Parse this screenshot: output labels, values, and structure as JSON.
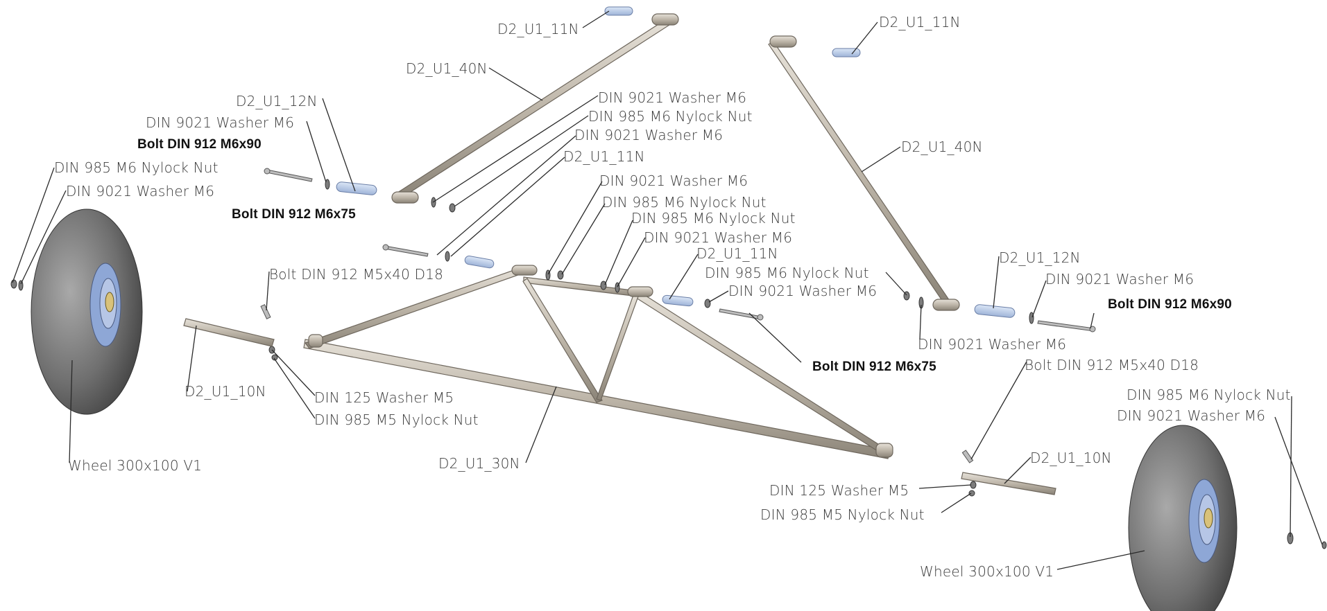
{
  "diagram": {
    "labels": {
      "pin_top_center": "D2_U1_11N",
      "pin_top_right": "D2_U1_11N",
      "strut_left": "D2_U1_40N",
      "strut_right": "D2_U1_40N",
      "pin_12n_left": "D2_U1_12N",
      "washer_left_a": "DIN 9021 Washer M6",
      "bolt_m6x90_left": "Bolt DIN 912 M6x90",
      "nut_wheel_left": "DIN 985 M6  Nylock Nut",
      "washer_wheel_left": "DIN 9021 Washer M6",
      "bolt_m6x75_left": "Bolt DIN 912 M6x75",
      "washer_c1": "DIN 9021 Washer M6",
      "nut_c1": "DIN 985 M6  Nylock Nut",
      "washer_c2": "DIN 9021 Washer M6",
      "pin_c": "D2_U1_11N",
      "washer_c3": "DIN 9021 Washer M6",
      "nut_c2": "DIN 985 M6  Nylock Nut",
      "nut_c3": "DIN 985 M6  Nylock Nut",
      "washer_c4": "DIN 9021 Washer M6",
      "pin_c2": "D2_U1_11N",
      "nut_c4": "DIN 985 M6  Nylock Nut",
      "washer_c5": "DIN 9021 Washer M6",
      "bolt_m5_left": "Bolt   DIN 912 M5x40 D18",
      "pin_12n_right": "D2_U1_12N",
      "washer_right_a": "DIN 9021 Washer M6",
      "bolt_m6x90_right": "Bolt DIN 912 M6x90",
      "washer_right_b": "DIN 9021 Washer M6",
      "bolt_m6x75_right": "Bolt DIN 912 M6x75",
      "bolt_m5_right": "Bolt   DIN 912 M5x40 D18",
      "nut_wheel_right": "DIN 985 M6  Nylock Nut",
      "washer_wheel_right": "DIN 9021 Washer M6",
      "axle_left": "D2_U1_10N",
      "washer_m5_left": "DIN 125 Washer M5",
      "nut_m5_left": "DIN 985 M5  Nylock Nut",
      "wheel_left": "Wheel 300x100 V1",
      "frame": "D2_U1_30N",
      "axle_right": "D2_U1_10N",
      "washer_m5_right": "DIN 125 Washer M5",
      "nut_m5_right": "DIN 985 M5  Nylock Nut",
      "wheel_right": "Wheel 300x100 V1"
    },
    "colors": {
      "tube": "#c9c2b6",
      "tube_edge": "#6e675d",
      "pin": "#b9cbe6",
      "tire": "#6c6c6c",
      "hub": "#8ea7d6",
      "leader": "#2a2a2a"
    }
  }
}
